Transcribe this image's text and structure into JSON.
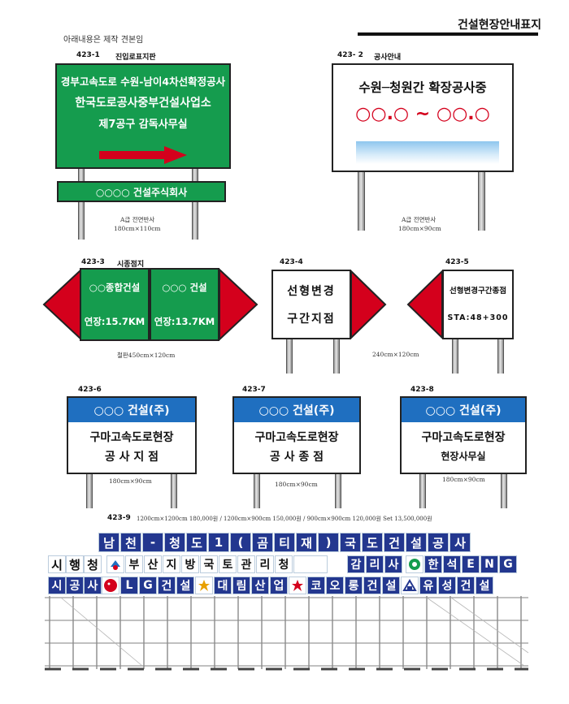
{
  "header": {
    "title": "건설현장안내표지",
    "note": "아래내용은 제작 견본임"
  },
  "signs": {
    "s1": {
      "code": "423-1",
      "name": "진입로표지판",
      "lines": [
        "경부고속도로 수원-남이4차선확정공사",
        "한국도로공사중부건설사업소",
        "제7공구 감독사무실"
      ],
      "sub": "○○○○ 건설주식회사",
      "spec1": "A급 전면반사",
      "spec2": "180cm×110cm"
    },
    "s2": {
      "code": "423- 2",
      "name": "공사안내",
      "line1": "수원─청원간 확장공사중",
      "line2": "○○.○ ~ ○○.○",
      "spec1": "A급 전면반사",
      "spec2": "180cm×90cm"
    },
    "s3": {
      "code": "423-3",
      "name": "시종점지",
      "left_top": "○○종합건설",
      "left_bottom": "연장:15.7KM",
      "right_top": "○○○ 건설",
      "right_bottom": "연장:13.7KM",
      "spec": "철판450cm×120cm"
    },
    "s4": {
      "code": "423-4",
      "line1": "선형변경",
      "line2": "구간지점"
    },
    "s5": {
      "code": "423-5",
      "line1": "선형변경구간종점",
      "line2": "STA:48+300"
    },
    "spec45": "240cm×120cm",
    "s6": {
      "code": "423-6",
      "header": "○○○ 건설(주)",
      "line1": "구마고속도로현장",
      "line2": "공 사 지 점",
      "spec": "180cm×90cm"
    },
    "s7": {
      "code": "423-7",
      "header": "○○○ 건설(주)",
      "line1": "구마고속도로현장",
      "line2": "공 사 종 점",
      "spec": "180cm×90cm"
    },
    "s8": {
      "code": "423-8",
      "header": "○○○ 건설(주)",
      "line1": "구마고속도로현장",
      "line2": "현장사무실",
      "spec": "180cm×90cm"
    },
    "s9": {
      "code": "423-9",
      "spec": "1200cm×1200cm 180,000원 / 1200cm×900cm 150,000원 / 900cm×900cm 120,000원 Set 13,500,000원",
      "row1": [
        "남",
        "천",
        "-",
        "청",
        "도",
        "1",
        "(",
        "곰",
        "티",
        "재",
        ")",
        "국",
        "도",
        "건",
        "설",
        "공",
        "사"
      ],
      "row2a": [
        "시",
        "행",
        "청"
      ],
      "row2b": [
        "부",
        "산",
        "지",
        "방",
        "국",
        "토",
        "관",
        "리",
        "청"
      ],
      "row2c": [
        "감",
        "리",
        "사"
      ],
      "row2d": [
        "한",
        "석",
        "E",
        "N",
        "G"
      ],
      "row3a": [
        "시",
        "공",
        "사"
      ],
      "row3b": [
        "L",
        "G",
        "건",
        "설"
      ],
      "row3c": [
        "대",
        "림",
        "산",
        "업"
      ],
      "row3d": [
        "코",
        "오",
        "롱",
        "건",
        "설"
      ],
      "row3e": [
        "유",
        "성",
        "건",
        "설"
      ]
    }
  },
  "colors": {
    "green": "#159c4e",
    "blue": "#1f6fc0",
    "red": "#d4001c",
    "navy": "#23378f"
  }
}
